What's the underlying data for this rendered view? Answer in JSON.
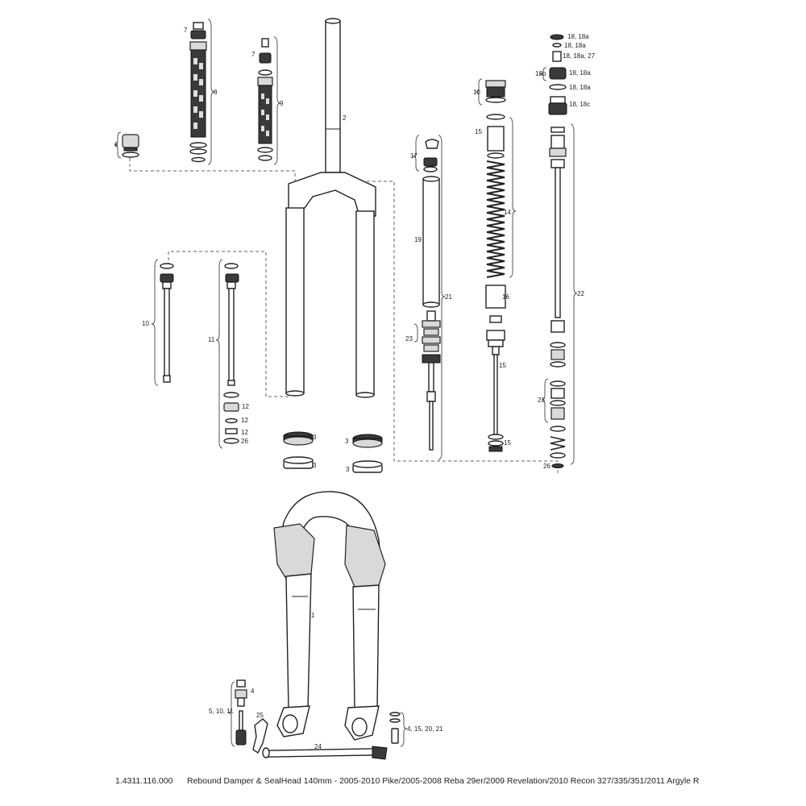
{
  "labels": {
    "l1": "1",
    "l2": "2",
    "l3a": "3",
    "l3b": "3",
    "l3c": "3",
    "l3d": "3",
    "l4": "4",
    "l6": "6",
    "l7a": "7",
    "l7b": "7",
    "l8": "8",
    "l9": "9",
    "l10": "10",
    "l11": "11",
    "l12a": "12",
    "l12b": "12",
    "l12c": "12",
    "l13": "13",
    "l14": "14",
    "l15a": "15",
    "l15b": "15",
    "l15c": "15",
    "l16": "16",
    "l17": "17",
    "l18a": "18, 18a",
    "l18b": "18, 18a",
    "l18c": "18, 18a, 27",
    "l18d": "18, 18a",
    "l18e": "18, 18a",
    "l18f": "18, 18c",
    "l18g": "18b",
    "l19": "19",
    "l21": "21",
    "l22": "22",
    "l23a": "23",
    "l23b": "23",
    "l24": "24",
    "l25": "25",
    "l26a": "26",
    "l26b": "26",
    "l51011": "5, 10, 11",
    "l4152021": "4, 15, 20, 21"
  },
  "caption": {
    "part_number": "1.4311.116.000",
    "description": "Rebound Damper & SealHead 140mm - 2005-2010 Pike/2005-2008 Reba 29er/2009 Revelation/2010 Recon 327/335/351/2011 Argyle R"
  }
}
